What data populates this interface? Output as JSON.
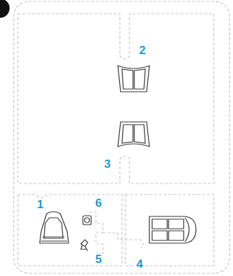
{
  "diagram": {
    "labels": [
      "2",
      "3",
      "1",
      "6",
      "5",
      "4"
    ]
  }
}
